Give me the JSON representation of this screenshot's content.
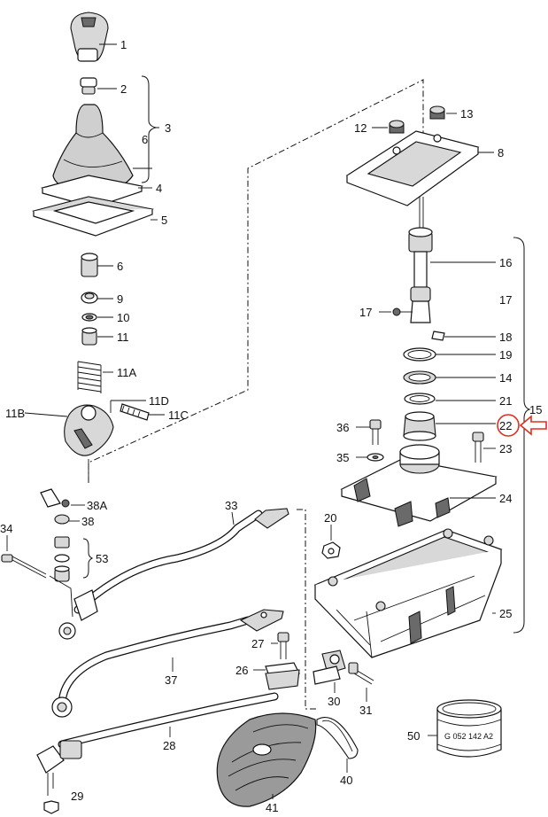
{
  "labels": {
    "l1": "1",
    "l2": "2",
    "l3": "3",
    "l6a": "6",
    "l4": "4",
    "l5": "5",
    "l6b": "6",
    "l9": "9",
    "l10": "10",
    "l11": "11",
    "l11a": "11A",
    "l11d": "11D",
    "l11b": "11B",
    "l11c": "11C",
    "l12": "12",
    "l13": "13",
    "l8": "8",
    "l16": "16",
    "l17a": "17",
    "l17b": "17",
    "l18": "18",
    "l19": "19",
    "l14": "14",
    "l21": "21",
    "l15": "15",
    "l36": "36",
    "l22": "22",
    "l23": "23",
    "l35": "35",
    "l24": "24",
    "l38a": "38A",
    "l38": "38",
    "l34": "34",
    "l53": "53",
    "l33": "33",
    "l20": "20",
    "l25": "25",
    "l27": "27",
    "l26": "26",
    "l37": "37",
    "l30": "30",
    "l31": "31",
    "l28": "28",
    "l50": "50",
    "l40": "40",
    "l41": "41",
    "l29": "29"
  },
  "part_code": "G 052 142 A2",
  "highlight": {
    "part": "22",
    "color": "#e0301e"
  }
}
